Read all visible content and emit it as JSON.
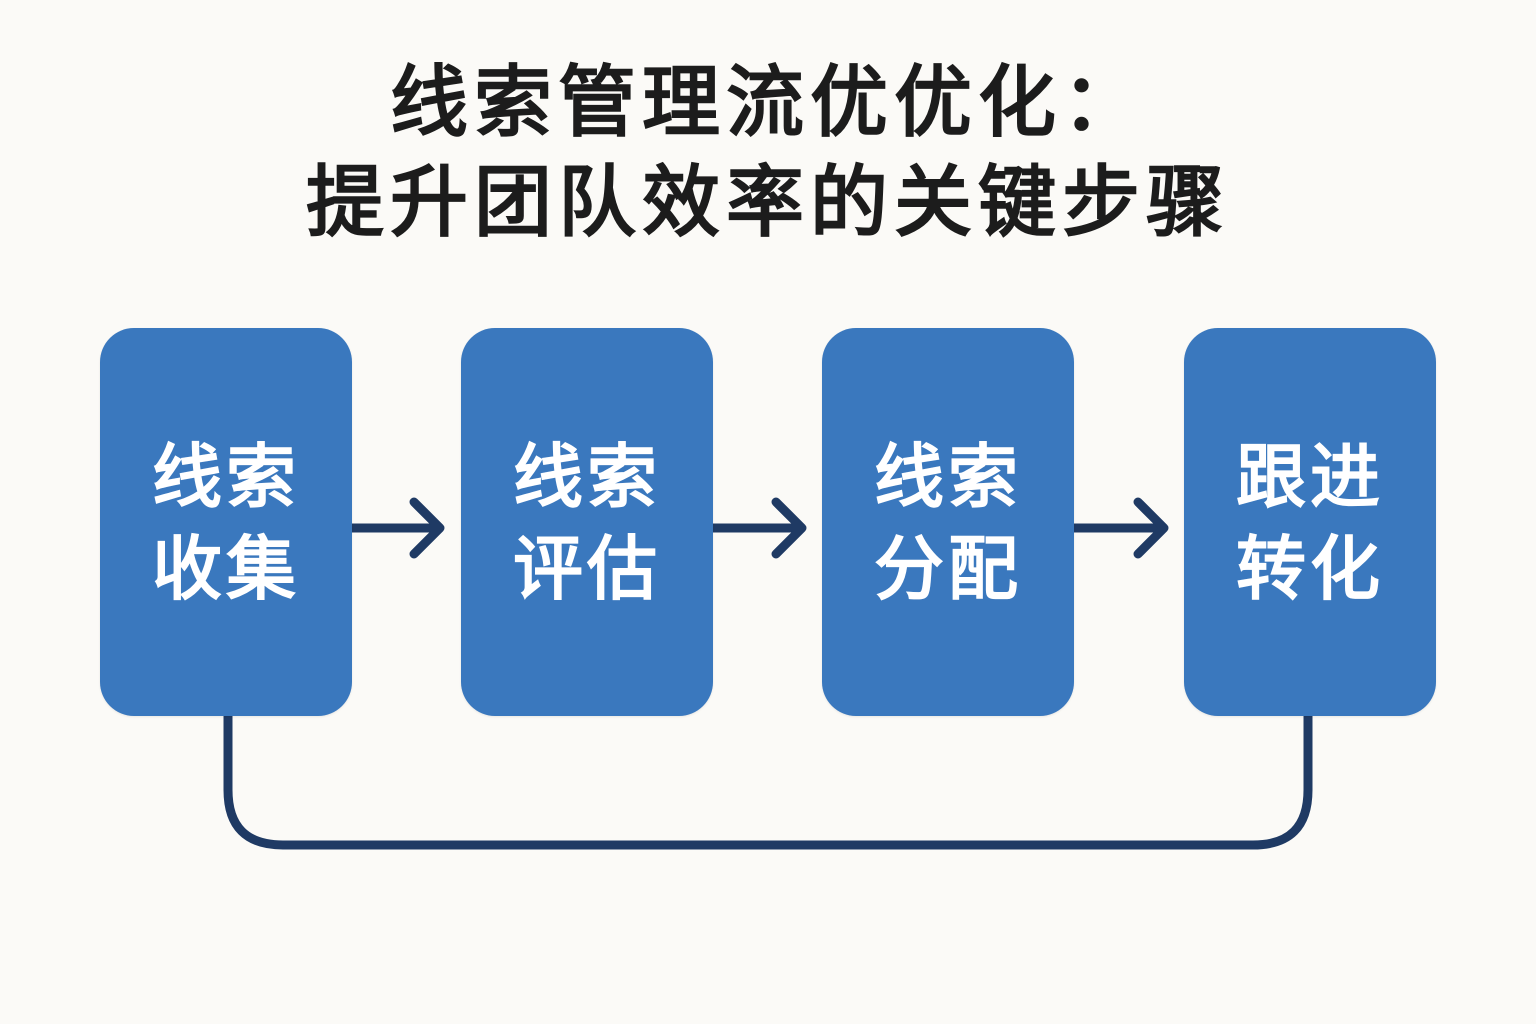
{
  "title": {
    "line1": "线索管理流优优化：",
    "line2": "提升团队效率的关键步骤"
  },
  "steps": [
    {
      "line1": "线索",
      "line2": "收集"
    },
    {
      "line1": "线索",
      "line2": "评估"
    },
    {
      "line1": "线索",
      "line2": "分配"
    },
    {
      "line1": "跟进",
      "line2": "转化"
    }
  ],
  "colors": {
    "background": "#fbfaf7",
    "box": "#3a78be",
    "box_text": "#ffffff",
    "arrow": "#1f3a64",
    "title": "#1c1c1c"
  }
}
